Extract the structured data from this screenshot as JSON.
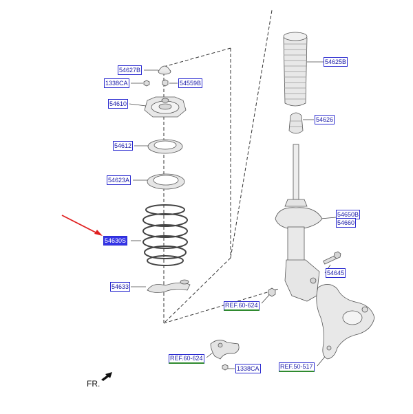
{
  "callouts": {
    "c54627B": "54627B",
    "c1338CA_top": "1338CA",
    "c54559B": "54559B",
    "c54610": "54610",
    "c54612": "54612",
    "c54623A": "54623A",
    "c54630S": "54630S",
    "c54633": "54633",
    "c54625B": "54625B",
    "c54626": "54626",
    "c54650B": "54650B",
    "c54660": "54660",
    "c54645": "54645",
    "c1338CA_bottom": "1338CA"
  },
  "references": {
    "ref_60_624_mid": "REF.60-624",
    "ref_60_624_low": "REF.60-624",
    "ref_50_517": "REF.50-517"
  },
  "orientation_label": "FR.",
  "colors": {
    "callout_border": "#2a2ad0",
    "callout_highlight": "#3434e6",
    "reference_underline": "#2f8a2f",
    "pointer_arrow": "#e02020"
  }
}
